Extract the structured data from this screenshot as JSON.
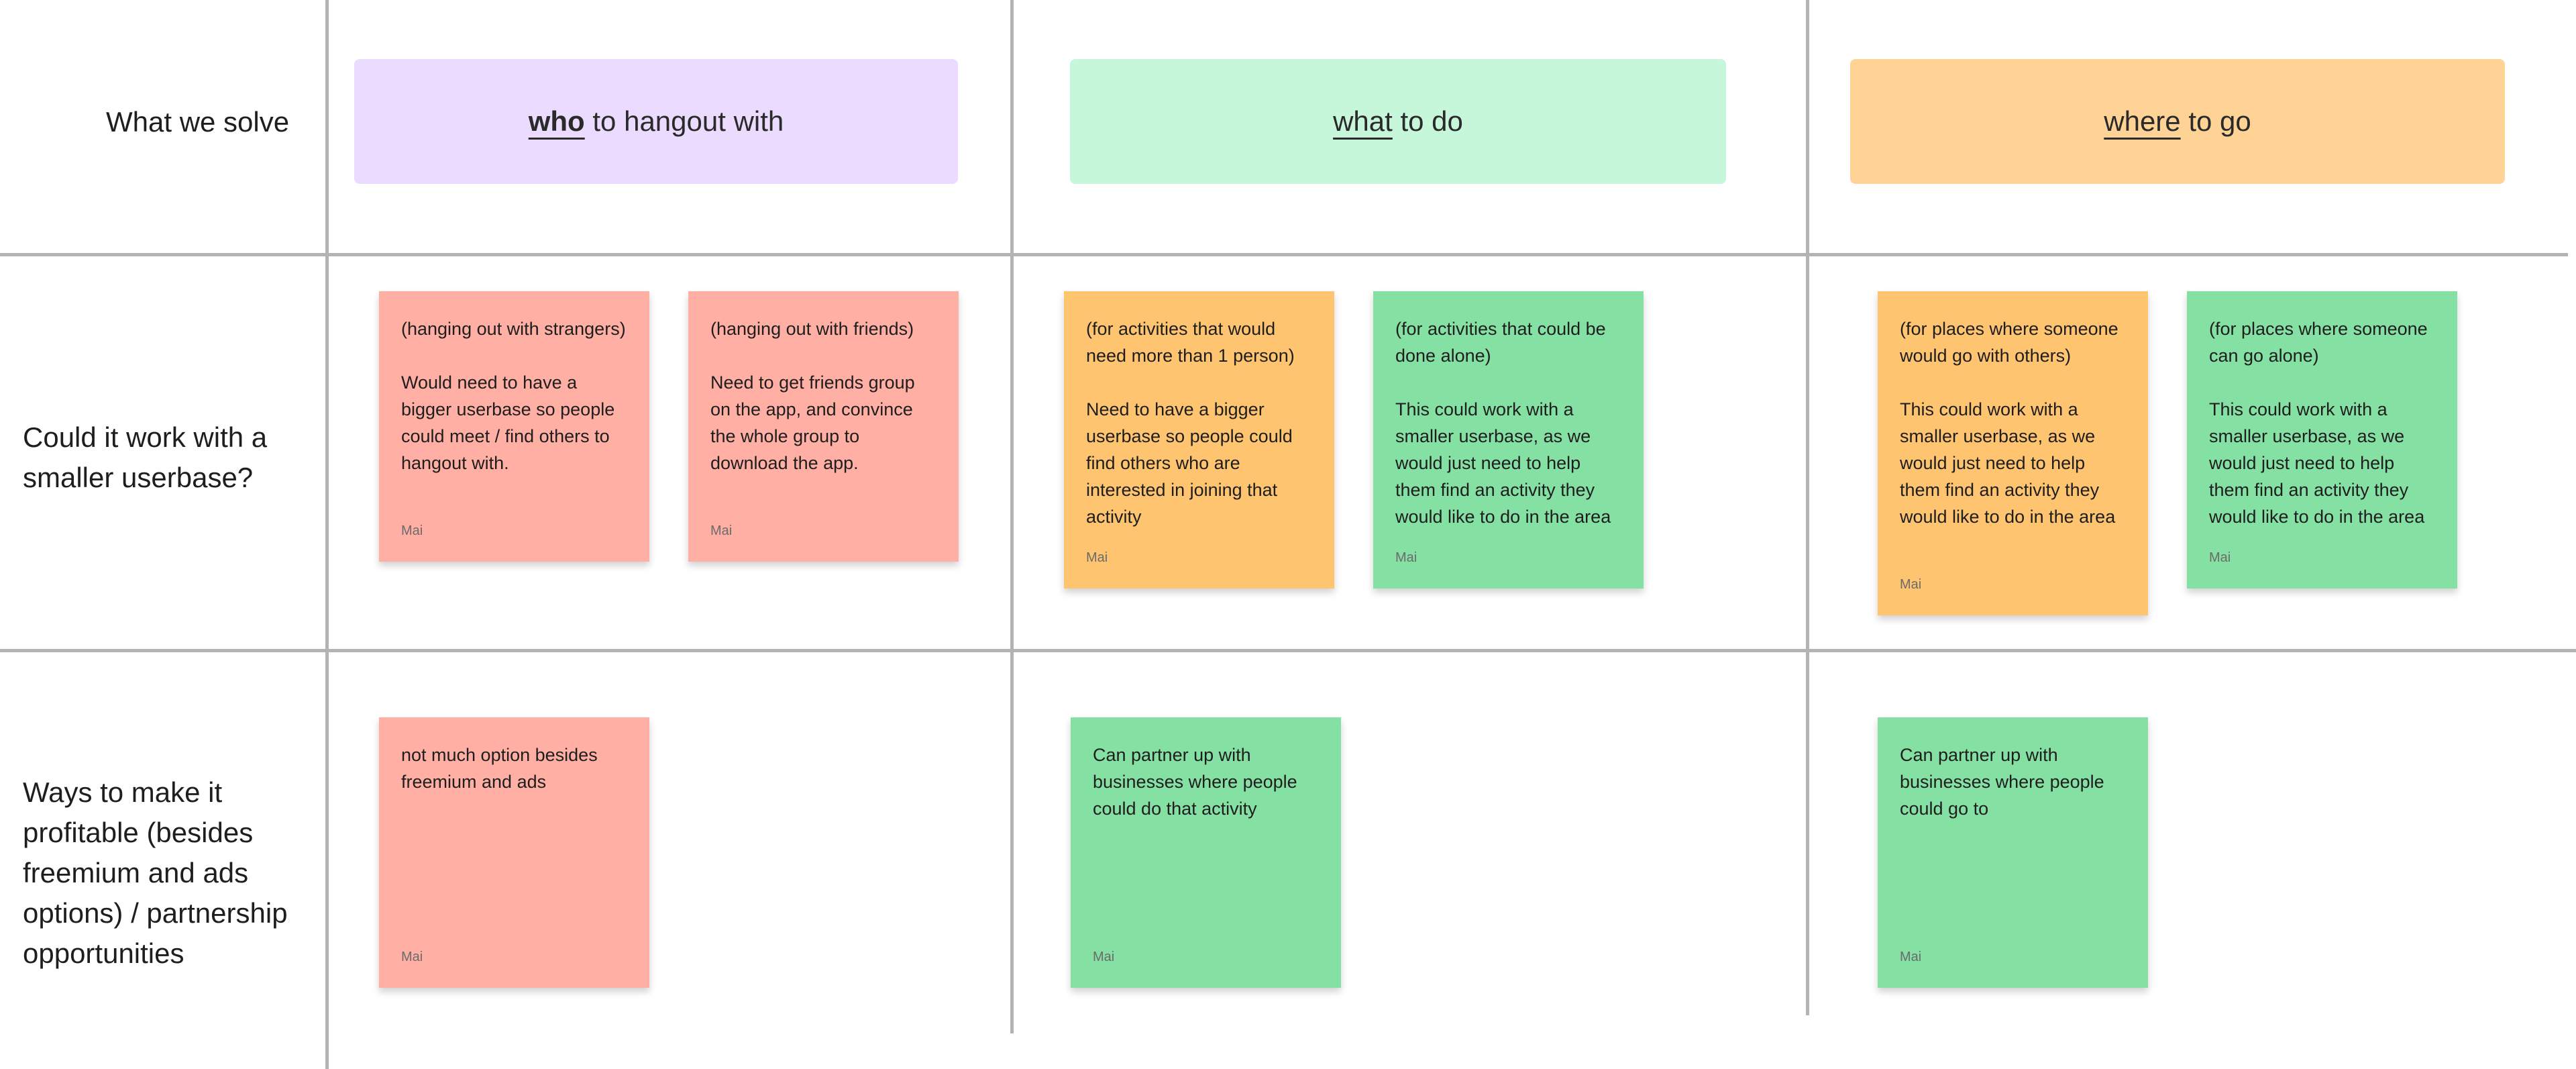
{
  "rows": [
    {
      "label": "What we solve"
    },
    {
      "label": "Could it work with a smaller userbase?"
    },
    {
      "label": "Ways to make it profitable (besides freemium and ads options) / partnership opportunities"
    }
  ],
  "headers": [
    {
      "keyword": "who",
      "rest": " to hangout with",
      "color": "#ebdcff"
    },
    {
      "keyword": "what",
      "rest": " to do",
      "color": "#c7f7da"
    },
    {
      "keyword": "where",
      "rest": " to go",
      "color": "#ffd296"
    }
  ],
  "stickies": {
    "s1": {
      "text": "(hanging out with strangers)\n\nWould need to have a bigger userbase so people could meet / find others to hangout with.",
      "author": "Mai",
      "color": "#ffafa3"
    },
    "s2": {
      "text": "(hanging out with friends)\n\nNeed to get friends group on the app, and convince the whole group to download the app.",
      "author": "Mai",
      "color": "#ffafa3"
    },
    "s3": {
      "text": "(for activities that would need more than 1 person)\n\nNeed to have a bigger userbase so people could find others who are interested in joining that activity",
      "author": "Mai",
      "color": "#ffc470"
    },
    "s4": {
      "text": "(for activities that could be done alone)\n\nThis could work with a smaller userbase, as we would just need to help them find an activity they would like to do in the area",
      "author": "Mai",
      "color": "#85e0a3"
    },
    "s5": {
      "text": "(for places where someone would go with others)\n\nThis could work with a smaller userbase, as we would just need to help them find an activity they would like to do in the area",
      "author": "Mai",
      "color": "#ffc470"
    },
    "s6": {
      "text": "(for places where someone can go alone)\n\nThis could work with a smaller userbase, as we would just need to help them find an activity they would like to do in the area",
      "author": "Mai",
      "color": "#85e0a3"
    },
    "s7": {
      "text": "not much option besides freemium and ads",
      "author": "Mai",
      "color": "#ffafa3"
    },
    "s8": {
      "text": "Can partner up with businesses where people could do that activity",
      "author": "Mai",
      "color": "#85e0a3"
    },
    "s9": {
      "text": "Can partner up with businesses where people could go to",
      "author": "Mai",
      "color": "#85e0a3"
    }
  }
}
